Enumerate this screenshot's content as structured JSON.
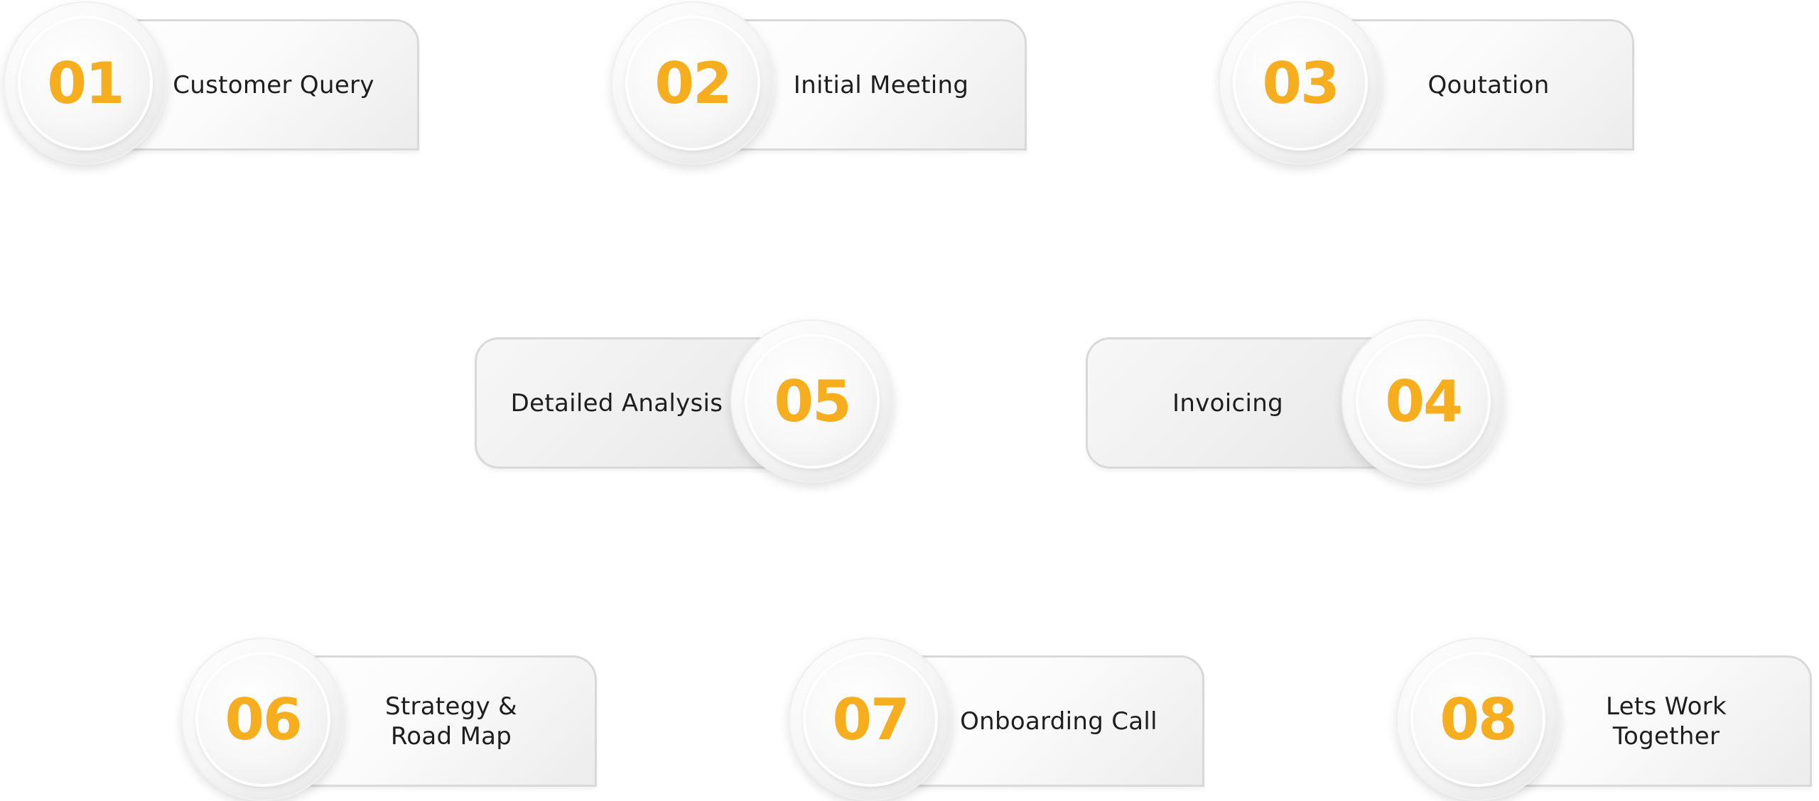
{
  "accent_color": "#f6ad1e",
  "steps": [
    {
      "number": "01",
      "label": "Customer Query"
    },
    {
      "number": "02",
      "label": "Initial Meeting"
    },
    {
      "number": "03",
      "label": "Qoutation"
    },
    {
      "number": "04",
      "label": "Invoicing"
    },
    {
      "number": "05",
      "label": "Detailed Analysis"
    },
    {
      "number": "06",
      "label": "Strategy &\nRoad Map"
    },
    {
      "number": "07",
      "label": "Onboarding Call"
    },
    {
      "number": "08",
      "label": "Lets Work\nTogether"
    }
  ]
}
